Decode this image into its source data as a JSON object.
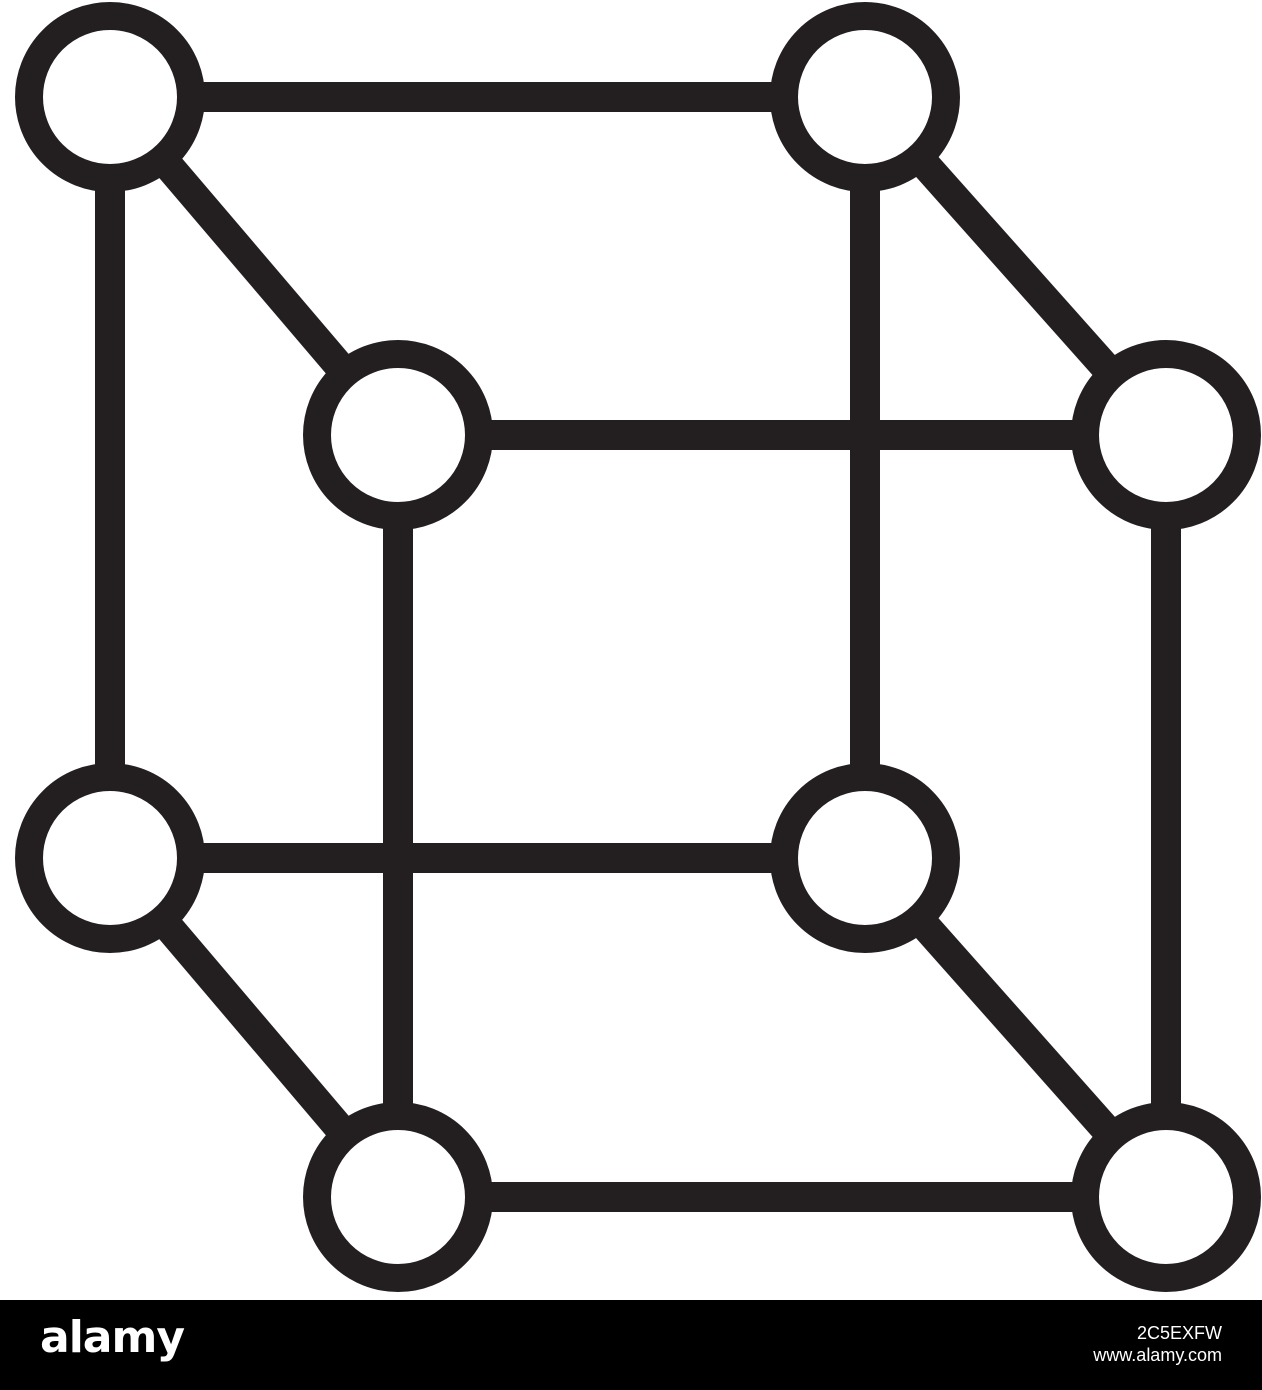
{
  "colors": {
    "stroke": "#231f20",
    "background": "#ffffff",
    "footer_background": "#000000",
    "footer_text": "#ffffff"
  },
  "icon": {
    "name": "cube-structure-icon",
    "style": "outline"
  },
  "footer": {
    "brand": "alamy",
    "image_id": "2C5EXFW",
    "site": "www.alamy.com"
  }
}
